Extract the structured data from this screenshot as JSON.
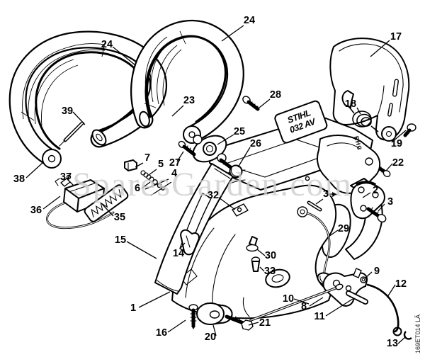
{
  "meta": {
    "watermark": "SparesGarden.com",
    "drawing_code": "169ET014 LÄ",
    "casting_mark": "EHC"
  },
  "model_label": {
    "line1": "STIHL",
    "line2": "032 AV"
  },
  "part_numbers_visible": [
    "1",
    "2",
    "3",
    "4",
    "5",
    "6",
    "7",
    "8",
    "9",
    "10",
    "11",
    "12",
    "13",
    "14",
    "15",
    "16",
    "17",
    "18",
    "19",
    "20",
    "21",
    "22",
    "23",
    "24",
    "25",
    "26",
    "27",
    "28",
    "29",
    "30",
    "32",
    "33",
    "35",
    "36",
    "37",
    "38",
    "39"
  ],
  "callouts": [
    {
      "id": "24-left",
      "label": "24"
    },
    {
      "id": "23",
      "label": "23"
    },
    {
      "id": "24-right",
      "label": "24"
    },
    {
      "id": "39",
      "label": "39"
    },
    {
      "id": "38",
      "label": "38"
    },
    {
      "id": "37",
      "label": "37"
    },
    {
      "id": "36",
      "label": "36"
    },
    {
      "id": "35",
      "label": "35"
    },
    {
      "id": "28",
      "label": "28"
    },
    {
      "id": "25",
      "label": "25"
    },
    {
      "id": "26",
      "label": "26"
    },
    {
      "id": "7",
      "label": "7"
    },
    {
      "id": "5",
      "label": "5"
    },
    {
      "id": "27",
      "label": "27"
    },
    {
      "id": "4",
      "label": "4"
    },
    {
      "id": "6",
      "label": "6"
    },
    {
      "id": "32",
      "label": "32"
    },
    {
      "id": "17",
      "label": "17"
    },
    {
      "id": "18",
      "label": "18"
    },
    {
      "id": "19",
      "label": "19"
    },
    {
      "id": "22",
      "label": "22"
    },
    {
      "id": "2",
      "label": "2"
    },
    {
      "id": "3-upper",
      "label": "3"
    },
    {
      "id": "3-right",
      "label": "3"
    },
    {
      "id": "29",
      "label": "29"
    },
    {
      "id": "30",
      "label": "30"
    },
    {
      "id": "33",
      "label": "33"
    },
    {
      "id": "9",
      "label": "9"
    },
    {
      "id": "12",
      "label": "12"
    },
    {
      "id": "10",
      "label": "10"
    },
    {
      "id": "8",
      "label": "8"
    },
    {
      "id": "11",
      "label": "11"
    },
    {
      "id": "1",
      "label": "1"
    },
    {
      "id": "16",
      "label": "16"
    },
    {
      "id": "20",
      "label": "20"
    },
    {
      "id": "21",
      "label": "21"
    },
    {
      "id": "13",
      "label": "13"
    },
    {
      "id": "15",
      "label": "15"
    },
    {
      "id": "14",
      "label": "14"
    }
  ]
}
